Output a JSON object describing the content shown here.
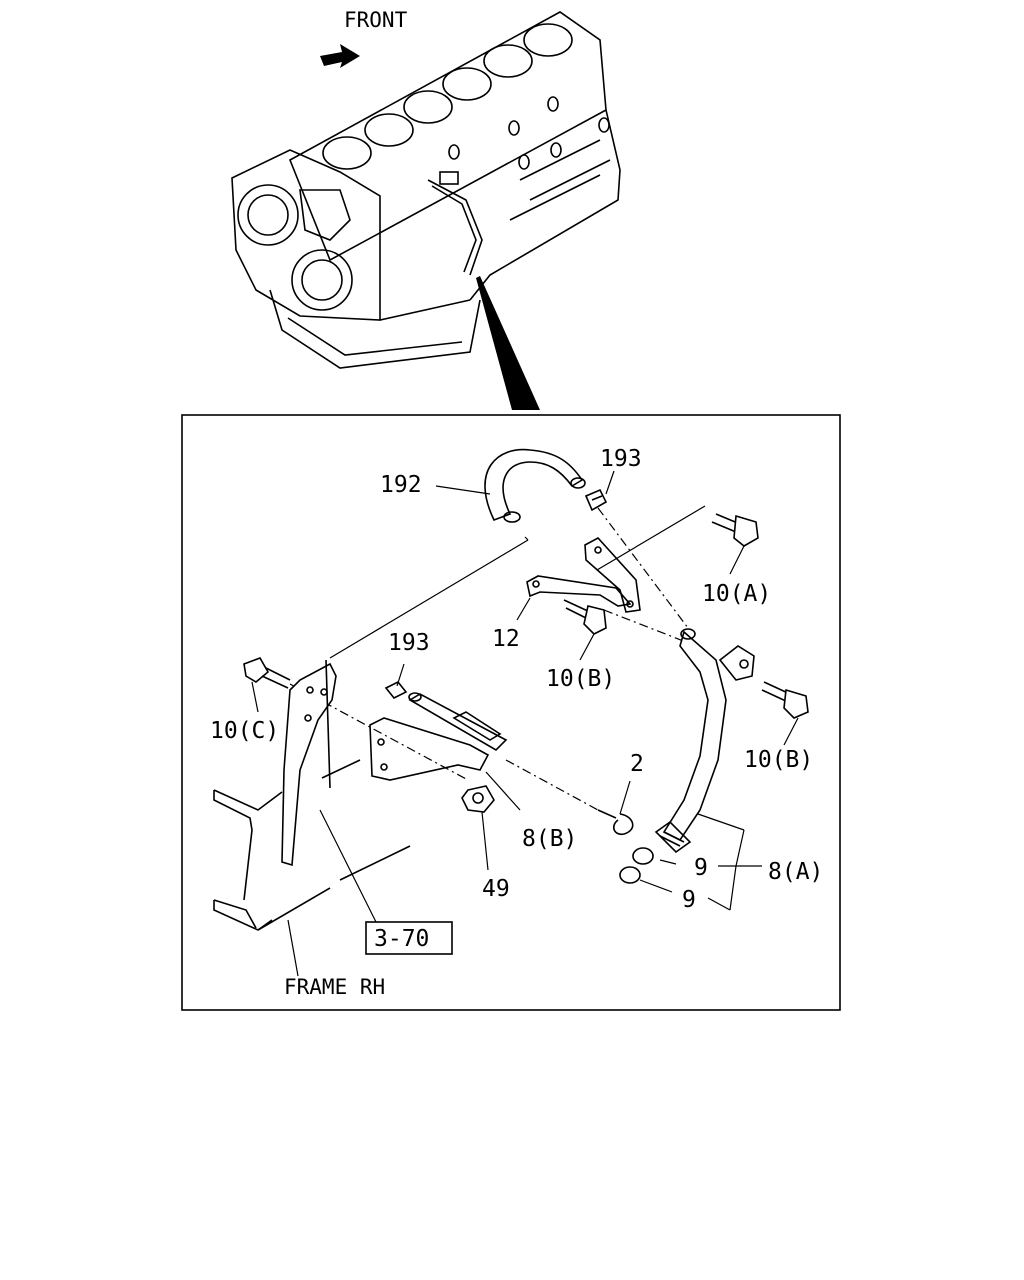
{
  "header": {
    "front_label": "FRONT"
  },
  "callouts": {
    "part_192": "192",
    "part_193_top": "193",
    "part_193_mid": "193",
    "part_10a": "10(A)",
    "part_12": "12",
    "part_10b_upper": "10(B)",
    "part_10b_right": "10(B)",
    "part_10c": "10(C)",
    "part_2": "2",
    "part_8b": "8(B)",
    "part_49": "49",
    "part_9_upper": "9",
    "part_9_lower": "9",
    "part_8a": "8(A)",
    "ref_box": "3-70",
    "frame_label": "FRAME RH"
  }
}
